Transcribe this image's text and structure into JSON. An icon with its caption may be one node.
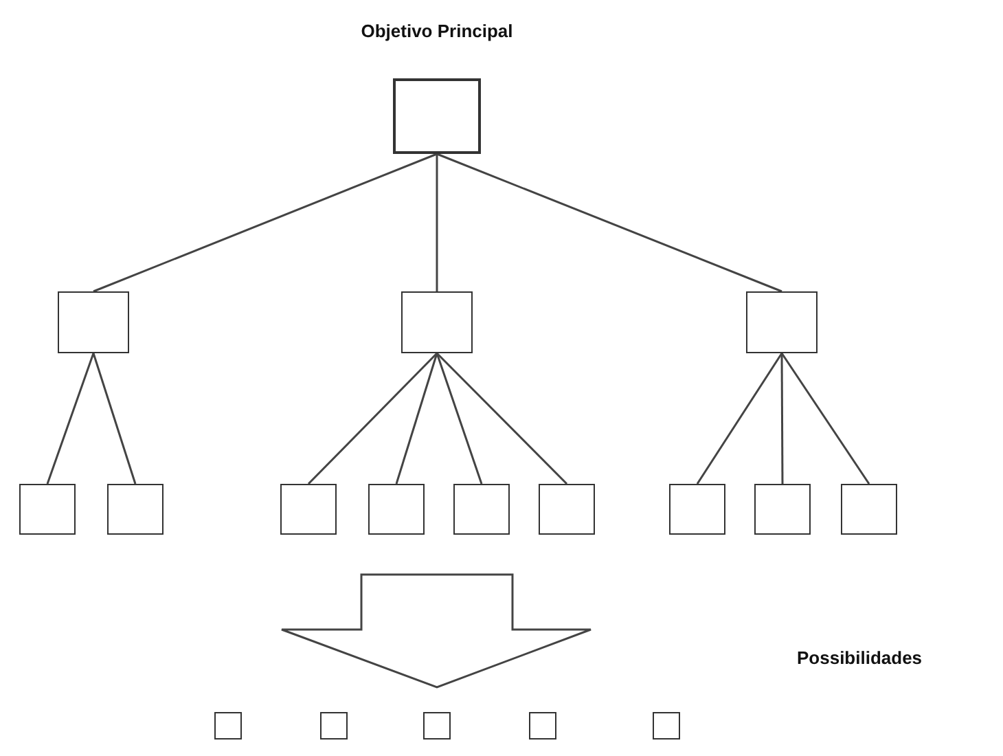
{
  "diagram": {
    "nodes": [
      {
        "text": [],
        "shape": "box"
      },
      {
        "text": [],
        "shape": "box"
      },
      {
        "text": [],
        "shape": "box"
      },
      {
        "text": [],
        "shape": "box"
      },
      {
        "text": [],
        "shape": "box"
      },
      {
        "text": [],
        "shape": "box"
      },
      {
        "text": [],
        "shape": "box"
      },
      {
        "text": [],
        "shape": "box"
      },
      {
        "text": [],
        "shape": "box"
      },
      {
        "text": [],
        "shape": "box"
      },
      {
        "text": [],
        "shape": "box"
      },
      {
        "text": [],
        "shape": "box"
      },
      {
        "text": [],
        "shape": "box"
      },
      {
        "text": [],
        "shape": "box"
      },
      {
        "text": [],
        "shape": "box"
      },
      {
        "text": [],
        "shape": "box"
      },
      {
        "text": [],
        "shape": "box"
      },
      {
        "text": [],
        "shape": "box"
      }
    ],
    "edges": [
      {
        "from": 0,
        "to": 1,
        "arrow": "none"
      },
      {
        "from": 0,
        "to": 2,
        "arrow": "none"
      },
      {
        "from": 0,
        "to": 3,
        "arrow": "none"
      },
      {
        "from": 1,
        "to": 4,
        "arrow": "none"
      },
      {
        "from": 1,
        "to": 5,
        "arrow": "none"
      },
      {
        "from": 2,
        "to": 6,
        "arrow": "none"
      },
      {
        "from": 2,
        "to": 7,
        "arrow": "none"
      },
      {
        "from": 2,
        "to": 8,
        "arrow": "none"
      },
      {
        "from": 2,
        "to": 9,
        "arrow": "none"
      },
      {
        "from": 3,
        "to": 10,
        "arrow": "none"
      },
      {
        "from": 3,
        "to": 11,
        "arrow": "none"
      },
      {
        "from": 3,
        "to": 12,
        "arrow": "none"
      }
    ],
    "labels": [
      "Objetivo Principal",
      "Possibilidades"
    ]
  }
}
